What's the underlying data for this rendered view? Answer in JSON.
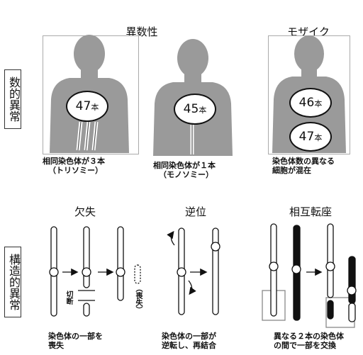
{
  "side_labels": {
    "numerical": "数的異常",
    "structural": "構造的異常"
  },
  "numerical": {
    "aneuploidy_title": "異数性",
    "mosaic_title": "モザイク",
    "trisomy": {
      "count": "47",
      "unit": "本",
      "caption_line1": "相同染色体が３本",
      "caption_line2": "（トリソミー）"
    },
    "monosomy": {
      "count": "45",
      "unit": "本",
      "caption_line1": "相同染色体が１本",
      "caption_line2": "（モノソミー）"
    },
    "mosaic": {
      "count_top": "46",
      "count_bottom": "47",
      "unit": "本",
      "caption_line1": "染色体数の異なる",
      "caption_line2": "細胞が混在"
    }
  },
  "structural": {
    "deletion": {
      "title": "欠失",
      "cut_label": "切断",
      "lost_label": "（喪失）",
      "caption_line1": "染色体の一部を",
      "caption_line2": "喪失"
    },
    "inversion": {
      "title": "逆位",
      "caption_line1": "染色体の一部が",
      "caption_line2": "逆転し、再結合"
    },
    "translocation": {
      "title": "相互転座",
      "caption_line1": "異なる２本の染色体",
      "caption_line2": "の間で一部を交換"
    }
  },
  "colors": {
    "silhouette": "#9a9a9a",
    "panel_border": "#aaaaaa",
    "ink": "#111111"
  }
}
